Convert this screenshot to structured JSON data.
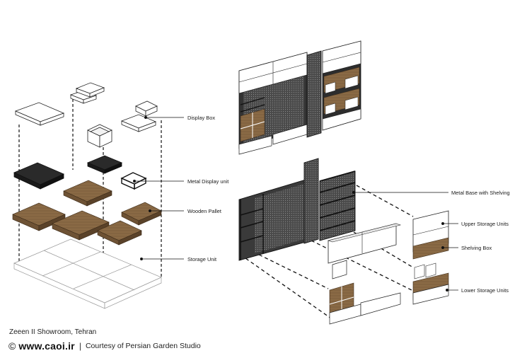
{
  "labels": {
    "display_box": "Display Box",
    "metal_display_unit": "Metal Display unit",
    "wooden_pallet": "Wooden Pallet",
    "storage_unit": "Storage Unit",
    "metal_base": "Metal Base with Shelving",
    "upper_storage": "Upper Storage Units",
    "shelving_box": "Shelving Box",
    "lower_storage": "Lower Storage Units"
  },
  "footer": {
    "caption": "Zeeen II Showroom, Tehran",
    "copyright_symbol": "©",
    "website": "www.caoi.ir",
    "separator": "|",
    "courtesy": "Courtesy of Persian Garden Studio"
  },
  "colors": {
    "wood": "#8a6a45",
    "metal": "#2a2a2a",
    "line": "#111111",
    "panel": "#ffffff"
  }
}
